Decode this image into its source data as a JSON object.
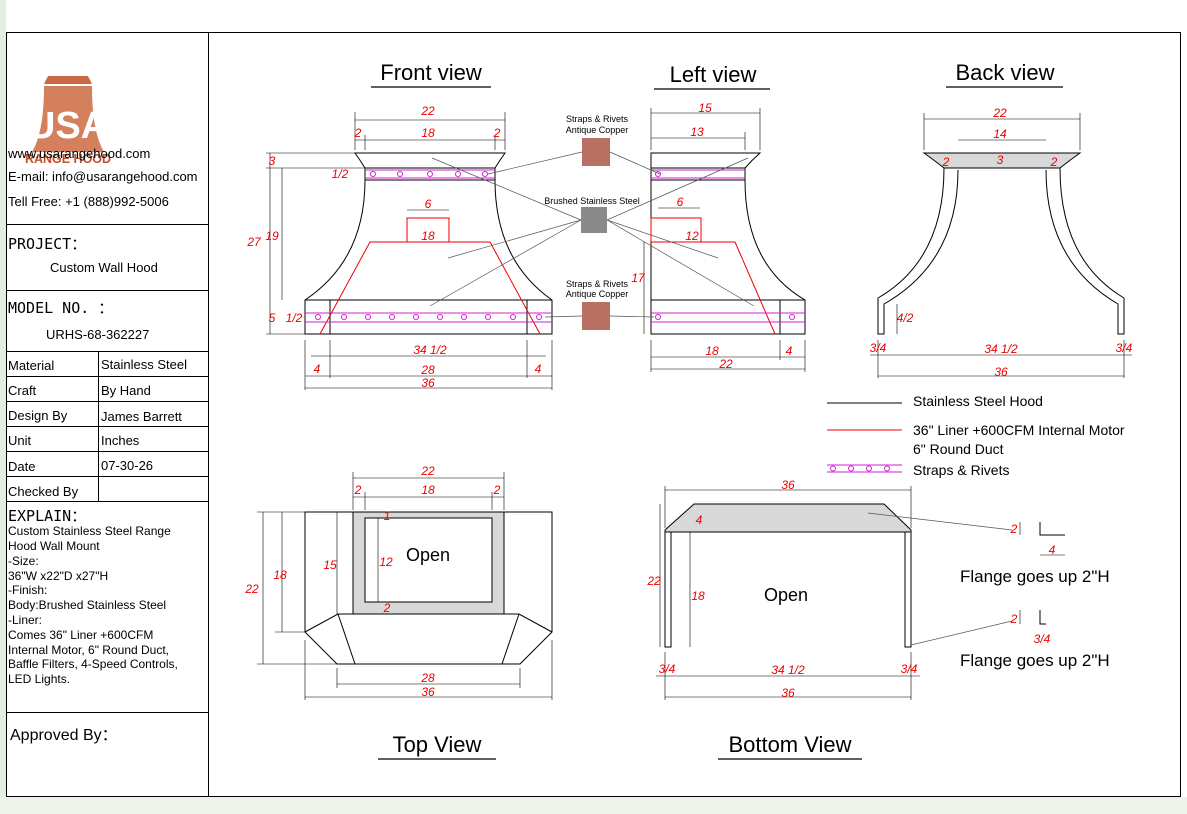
{
  "company": {
    "logo_text": "USA",
    "logo_subtext": "RANGE HOOD",
    "website": "www.usarangehood.com",
    "email": "E-mail: info@usarangehood.com",
    "phone": "Tell Free: +1 (888)992-5006"
  },
  "project": {
    "label": "PROJECT：",
    "value": "Custom Wall Hood"
  },
  "model": {
    "label": "MODEL NO. ：",
    "value": "URHS-68-362227"
  },
  "spec_rows": [
    {
      "label": "Material",
      "value": "Stainless Steel"
    },
    {
      "label": "Craft",
      "value": "By Hand"
    },
    {
      "label": "Design By",
      "value": "James Barrett"
    },
    {
      "label": "Unit",
      "value": "Inches"
    },
    {
      "label": "Date",
      "value": "07-30-26"
    },
    {
      "label": "Checked By",
      "value": ""
    }
  ],
  "explain": {
    "label": "EXPLAIN：",
    "lines": [
      "Custom Stainless Steel Range",
      "Hood Wall Mount",
      "-Size:",
      "36\"W x22\"D x27\"H",
      "-Finish:",
      "Body:Brushed Stainless Steel",
      "-Liner:",
      "Comes 36\" Liner +600CFM",
      "Internal Motor, 6\" Round Duct,",
      "Baffle Filters, 4-Speed Controls,",
      "LED Lights."
    ]
  },
  "approved_by": "Approved By：",
  "views": {
    "front": "Front view",
    "left": "Left view",
    "back": "Back view",
    "top": "Top View",
    "bottom": "Bottom View"
  },
  "swatches": {
    "copper_top_l1": "Straps & Rivets",
    "copper_top_l2": "Antique Copper",
    "steel": "Brushed Stainless Steel",
    "copper_bot_l1": "Straps & Rivets",
    "copper_bot_l2": "Antique Copper",
    "copper_color": "#b87060",
    "steel_color": "#8a8a8a"
  },
  "legend": {
    "hood": "Stainless Steel  Hood",
    "liner_l1": "36\" Liner +600CFM Internal Motor",
    "liner_l2": "6\" Round Duct",
    "straps": "Straps & Rivets"
  },
  "flange": {
    "upper": "Flange goes up 2\"H",
    "lower": "Flange goes up 2\"H"
  },
  "open_label": "Open",
  "dims": {
    "front": {
      "w22": "22",
      "w18": "18",
      "w2a": "2",
      "w2b": "2",
      "h3": "3",
      "h1_2": "1/2",
      "h27": "27",
      "h19": "19",
      "w6": "6",
      "l18": "18",
      "h5": "5",
      "h1_2b": "1/2",
      "w34": "34 1/2",
      "w4a": "4",
      "w28": "28",
      "w4b": "4",
      "w36": "36"
    },
    "left": {
      "w15": "15",
      "w13": "13",
      "w6": "6",
      "l12": "12",
      "h17": "17",
      "w18": "18",
      "w4": "4",
      "w22": "22"
    },
    "back": {
      "w22": "22",
      "w14": "14",
      "h3": "3",
      "h2a": "2",
      "h2b": "2",
      "h4_2": "4/2",
      "w3_4a": "3/4",
      "w34": "34 1/2",
      "w3_4b": "3/4",
      "w36": "36"
    },
    "top": {
      "w22": "22",
      "w2a": "2",
      "w18": "18",
      "w2b": "2",
      "h22": "22",
      "h18": "18",
      "h15": "15",
      "h12": "12",
      "h1": "1",
      "h2": "2",
      "w28": "28",
      "w36": "36"
    },
    "bottom": {
      "w36t": "36",
      "h4": "4",
      "h22": "22",
      "h18": "18",
      "w3_4a": "3/4",
      "w34": "34 1/2",
      "w3_4b": "3/4",
      "w36b": "36",
      "f2a": "2",
      "f4": "4",
      "f2b": "2",
      "f3_4": "3/4"
    }
  }
}
